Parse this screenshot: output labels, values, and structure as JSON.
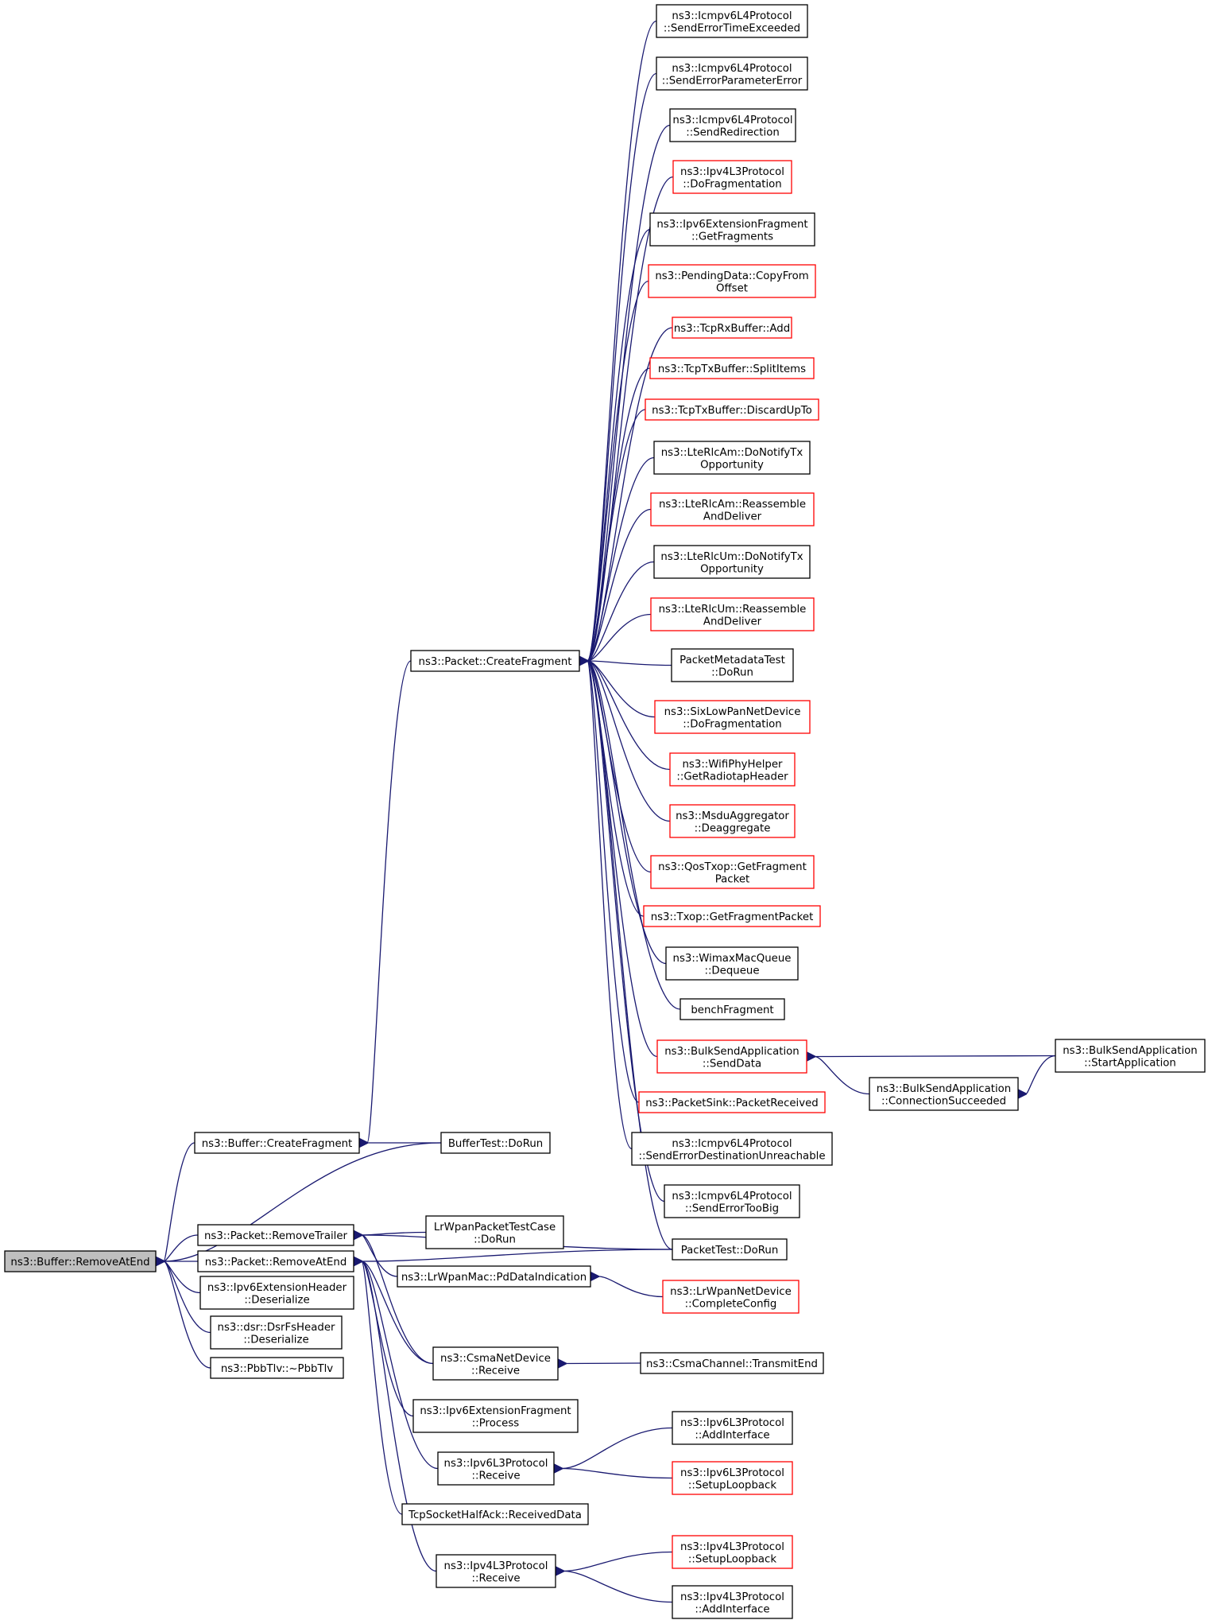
{
  "colors": {
    "edge": "#191970",
    "border": "#000000",
    "border_partial": "#ff0000",
    "root_fill": "#bfbfbf"
  },
  "nodes": [
    {
      "id": "root",
      "lines": [
        "ns3::Buffer::RemoveAtEnd"
      ],
      "style": "root"
    },
    {
      "id": "bufCreateFrag",
      "lines": [
        "ns3::Buffer::CreateFragment"
      ]
    },
    {
      "id": "pktRemoveTrailer",
      "lines": [
        "ns3::Packet::RemoveTrailer"
      ]
    },
    {
      "id": "pktRemoveAtEnd",
      "lines": [
        "ns3::Packet::RemoveAtEnd"
      ]
    },
    {
      "id": "ipv6ExtHdrDeser",
      "lines": [
        "ns3::Ipv6ExtensionHeader",
        "::Deserialize"
      ]
    },
    {
      "id": "dsrFsDeser",
      "lines": [
        "ns3::dsr::DsrFsHeader",
        "::Deserialize"
      ]
    },
    {
      "id": "pbbTlv",
      "lines": [
        "ns3::PbbTlv::~PbbTlv"
      ]
    },
    {
      "id": "pktCreateFrag",
      "lines": [
        "ns3::Packet::CreateFragment"
      ]
    },
    {
      "id": "bufferTestDoRun",
      "lines": [
        "BufferTest::DoRun"
      ]
    },
    {
      "id": "lrwpanPktTest",
      "lines": [
        "LrWpanPacketTestCase",
        "::DoRun"
      ]
    },
    {
      "id": "lrwpanMacPd",
      "lines": [
        "ns3::LrWpanMac::PdDataIndication"
      ]
    },
    {
      "id": "csmaRecv",
      "lines": [
        "ns3::CsmaNetDevice",
        "::Receive"
      ]
    },
    {
      "id": "ipv6ExtFragProcess",
      "lines": [
        "ns3::Ipv6ExtensionFragment",
        "::Process"
      ]
    },
    {
      "id": "ipv6L3Recv",
      "lines": [
        "ns3::Ipv6L3Protocol",
        "::Receive"
      ]
    },
    {
      "id": "tcpHalfAck",
      "lines": [
        "TcpSocketHalfAck::ReceivedData"
      ]
    },
    {
      "id": "ipv4L3Recv",
      "lines": [
        "ns3::Ipv4L3Protocol",
        "::Receive"
      ]
    },
    {
      "id": "icmpTimeExc",
      "lines": [
        "ns3::Icmpv6L4Protocol",
        "::SendErrorTimeExceeded"
      ]
    },
    {
      "id": "icmpParamErr",
      "lines": [
        "ns3::Icmpv6L4Protocol",
        "::SendErrorParameterError"
      ]
    },
    {
      "id": "icmpRedir",
      "lines": [
        "ns3::Icmpv6L4Protocol",
        "::SendRedirection"
      ]
    },
    {
      "id": "ipv4DoFrag",
      "lines": [
        "ns3::Ipv4L3Protocol",
        "::DoFragmentation"
      ],
      "style": "red"
    },
    {
      "id": "ipv6ExtFragGet",
      "lines": [
        "ns3::Ipv6ExtensionFragment",
        "::GetFragments"
      ]
    },
    {
      "id": "pendingCopy",
      "lines": [
        "ns3::PendingData::CopyFrom",
        "Offset"
      ],
      "style": "red"
    },
    {
      "id": "tcpRxAdd",
      "lines": [
        "ns3::TcpRxBuffer::Add"
      ],
      "style": "red"
    },
    {
      "id": "tcpTxSplit",
      "lines": [
        "ns3::TcpTxBuffer::SplitItems"
      ],
      "style": "red"
    },
    {
      "id": "tcpTxDiscard",
      "lines": [
        "ns3::TcpTxBuffer::DiscardUpTo"
      ],
      "style": "red"
    },
    {
      "id": "lteAmNotify",
      "lines": [
        "ns3::LteRlcAm::DoNotifyTx",
        "Opportunity"
      ]
    },
    {
      "id": "lteAmReasm",
      "lines": [
        "ns3::LteRlcAm::Reassemble",
        "AndDeliver"
      ],
      "style": "red"
    },
    {
      "id": "lteUmNotify",
      "lines": [
        "ns3::LteRlcUm::DoNotifyTx",
        "Opportunity"
      ]
    },
    {
      "id": "lteUmReasm",
      "lines": [
        "ns3::LteRlcUm::Reassemble",
        "AndDeliver"
      ],
      "style": "red"
    },
    {
      "id": "pktMetaTest",
      "lines": [
        "PacketMetadataTest",
        "::DoRun"
      ]
    },
    {
      "id": "sixLowPan",
      "lines": [
        "ns3::SixLowPanNetDevice",
        "::DoFragmentation"
      ],
      "style": "red"
    },
    {
      "id": "wifiPhyHelper",
      "lines": [
        "ns3::WifiPhyHelper",
        "::GetRadiotapHeader"
      ],
      "style": "red"
    },
    {
      "id": "msduAgg",
      "lines": [
        "ns3::MsduAggregator",
        "::Deaggregate"
      ],
      "style": "red"
    },
    {
      "id": "qosTxop",
      "lines": [
        "ns3::QosTxop::GetFragment",
        "Packet"
      ],
      "style": "red"
    },
    {
      "id": "txopFrag",
      "lines": [
        "ns3::Txop::GetFragmentPacket"
      ],
      "style": "red"
    },
    {
      "id": "wimaxDequeue",
      "lines": [
        "ns3::WimaxMacQueue",
        "::Dequeue"
      ]
    },
    {
      "id": "benchFrag",
      "lines": [
        "benchFragment"
      ]
    },
    {
      "id": "bulkSendData",
      "lines": [
        "ns3::BulkSendApplication",
        "::SendData"
      ],
      "style": "red"
    },
    {
      "id": "pktSinkRecv",
      "lines": [
        "ns3::PacketSink::PacketReceived"
      ],
      "style": "red"
    },
    {
      "id": "icmpDestUnr",
      "lines": [
        "ns3::Icmpv6L4Protocol",
        "::SendErrorDestinationUnreachable"
      ]
    },
    {
      "id": "icmpTooBig",
      "lines": [
        "ns3::Icmpv6L4Protocol",
        "::SendErrorTooBig"
      ]
    },
    {
      "id": "packetTestDoRun",
      "lines": [
        "PacketTest::DoRun"
      ]
    },
    {
      "id": "lrwpanCompleteCfg",
      "lines": [
        "ns3::LrWpanNetDevice",
        "::CompleteConfig"
      ],
      "style": "red"
    },
    {
      "id": "csmaTransmitEnd",
      "lines": [
        "ns3::CsmaChannel::TransmitEnd"
      ]
    },
    {
      "id": "ipv6AddIf",
      "lines": [
        "ns3::Ipv6L3Protocol",
        "::AddInterface"
      ]
    },
    {
      "id": "ipv6SetupLoop",
      "lines": [
        "ns3::Ipv6L3Protocol",
        "::SetupLoopback"
      ],
      "style": "red"
    },
    {
      "id": "ipv4SetupLoop",
      "lines": [
        "ns3::Ipv4L3Protocol",
        "::SetupLoopback"
      ],
      "style": "red"
    },
    {
      "id": "ipv4AddIf",
      "lines": [
        "ns3::Ipv4L3Protocol",
        "::AddInterface"
      ]
    },
    {
      "id": "bulkConnSucc",
      "lines": [
        "ns3::BulkSendApplication",
        "::ConnectionSucceeded"
      ]
    },
    {
      "id": "bulkStartApp",
      "lines": [
        "ns3::BulkSendApplication",
        "::StartApplication"
      ]
    }
  ],
  "edges": [
    [
      "bufCreateFrag",
      "root"
    ],
    [
      "pktRemoveTrailer",
      "root"
    ],
    [
      "pktRemoveAtEnd",
      "root"
    ],
    [
      "ipv6ExtHdrDeser",
      "root"
    ],
    [
      "dsrFsDeser",
      "root"
    ],
    [
      "pbbTlv",
      "root"
    ],
    [
      "bufferTestDoRun",
      "root"
    ],
    [
      "pktCreateFrag",
      "bufCreateFrag"
    ],
    [
      "bufferTestDoRun",
      "bufCreateFrag"
    ],
    [
      "packetTestDoRun",
      "pktRemoveTrailer"
    ],
    [
      "lrwpanPktTest",
      "pktRemoveTrailer"
    ],
    [
      "lrwpanMacPd",
      "pktRemoveTrailer"
    ],
    [
      "csmaRecv",
      "pktRemoveTrailer"
    ],
    [
      "packetTestDoRun",
      "pktRemoveAtEnd"
    ],
    [
      "csmaRecv",
      "pktRemoveAtEnd"
    ],
    [
      "ipv6ExtFragProcess",
      "pktRemoveAtEnd"
    ],
    [
      "ipv6L3Recv",
      "pktRemoveAtEnd"
    ],
    [
      "tcpHalfAck",
      "pktRemoveAtEnd"
    ],
    [
      "ipv4L3Recv",
      "pktRemoveAtEnd"
    ],
    [
      "icmpTimeExc",
      "pktCreateFrag"
    ],
    [
      "icmpParamErr",
      "pktCreateFrag"
    ],
    [
      "icmpRedir",
      "pktCreateFrag"
    ],
    [
      "ipv4DoFrag",
      "pktCreateFrag"
    ],
    [
      "ipv6ExtFragGet",
      "pktCreateFrag"
    ],
    [
      "pendingCopy",
      "pktCreateFrag"
    ],
    [
      "tcpRxAdd",
      "pktCreateFrag"
    ],
    [
      "tcpTxSplit",
      "pktCreateFrag"
    ],
    [
      "tcpTxDiscard",
      "pktCreateFrag"
    ],
    [
      "lteAmNotify",
      "pktCreateFrag"
    ],
    [
      "lteAmReasm",
      "pktCreateFrag"
    ],
    [
      "lteUmNotify",
      "pktCreateFrag"
    ],
    [
      "lteUmReasm",
      "pktCreateFrag"
    ],
    [
      "pktMetaTest",
      "pktCreateFrag"
    ],
    [
      "sixLowPan",
      "pktCreateFrag"
    ],
    [
      "wifiPhyHelper",
      "pktCreateFrag"
    ],
    [
      "msduAgg",
      "pktCreateFrag"
    ],
    [
      "qosTxop",
      "pktCreateFrag"
    ],
    [
      "txopFrag",
      "pktCreateFrag"
    ],
    [
      "wimaxDequeue",
      "pktCreateFrag"
    ],
    [
      "benchFrag",
      "pktCreateFrag"
    ],
    [
      "bulkSendData",
      "pktCreateFrag"
    ],
    [
      "pktSinkRecv",
      "pktCreateFrag"
    ],
    [
      "icmpDestUnr",
      "pktCreateFrag"
    ],
    [
      "icmpTooBig",
      "pktCreateFrag"
    ],
    [
      "packetTestDoRun",
      "pktCreateFrag"
    ],
    [
      "bulkStartApp",
      "bulkSendData"
    ],
    [
      "bulkConnSucc",
      "bulkSendData"
    ],
    [
      "bulkStartApp",
      "bulkConnSucc"
    ],
    [
      "lrwpanCompleteCfg",
      "lrwpanMacPd"
    ],
    [
      "csmaTransmitEnd",
      "csmaRecv"
    ],
    [
      "ipv6AddIf",
      "ipv6L3Recv"
    ],
    [
      "ipv6SetupLoop",
      "ipv6L3Recv"
    ],
    [
      "ipv4SetupLoop",
      "ipv4L3Recv"
    ],
    [
      "ipv4AddIf",
      "ipv4L3Recv"
    ]
  ]
}
